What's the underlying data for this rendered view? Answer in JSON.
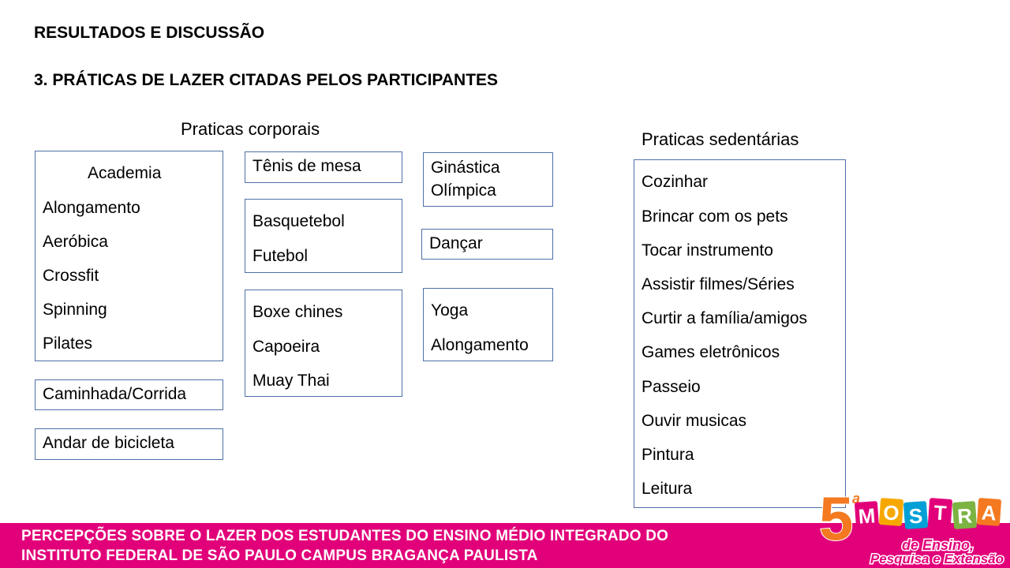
{
  "heading": "RESULTADOS E DISCUSSÃO",
  "subheading": "3. PRÁTICAS DE LAZER CITADAS PELOS PARTICIPANTES",
  "corporais": {
    "title": "Praticas corporais",
    "academia": [
      "Academia",
      "Alongamento",
      "Aeróbica",
      "Crossfit",
      "Spinning",
      "Pilates"
    ],
    "caminhada": "Caminhada/Corrida",
    "bicicleta": "Andar de bicicleta",
    "tenis": "Tênis de mesa",
    "bolas": [
      "Basquetebol",
      "Futebol"
    ],
    "lutas": [
      "Boxe chines",
      "Capoeira",
      "Muay Thai"
    ],
    "ginastica": [
      "Ginástica",
      "Olímpica"
    ],
    "dancar": "Dançar",
    "yoga": [
      "Yoga",
      "Alongamento"
    ]
  },
  "sedentarias": {
    "title": "Praticas sedentárias",
    "items": [
      "Cozinhar",
      "Brincar com os pets",
      "Tocar instrumento",
      "Assistir filmes/Séries",
      "Curtir a família/amigos",
      "Games eletrônicos",
      "Passeio",
      "Ouvir musicas",
      "Pintura",
      "Leitura"
    ]
  },
  "footer": {
    "line1": "PERCEPÇÕES SOBRE O LAZER DOS ESTUDANTES DO ENSINO MÉDIO INTEGRADO DO",
    "line2": "INSTITUTO FEDERAL DE SÃO PAULO CAMPUS BRAGANÇA PAULISTA"
  },
  "logo": {
    "number": "5",
    "ordinal": "a",
    "letters": [
      "M",
      "O",
      "S",
      "T",
      "R",
      "A"
    ],
    "line2": "de Ensino,",
    "line3": "Pesquisa e Extensão",
    "colors": {
      "number": "#f47920",
      "letters": [
        "#e2007a",
        "#f7a800",
        "#00a0d6",
        "#e2007a",
        "#7cb342",
        "#f47920"
      ],
      "line2": "#e2007a",
      "line3": "#e2007a"
    }
  },
  "colors": {
    "footer_bg": "#e2007a",
    "box_border": "#4f6fa8"
  }
}
